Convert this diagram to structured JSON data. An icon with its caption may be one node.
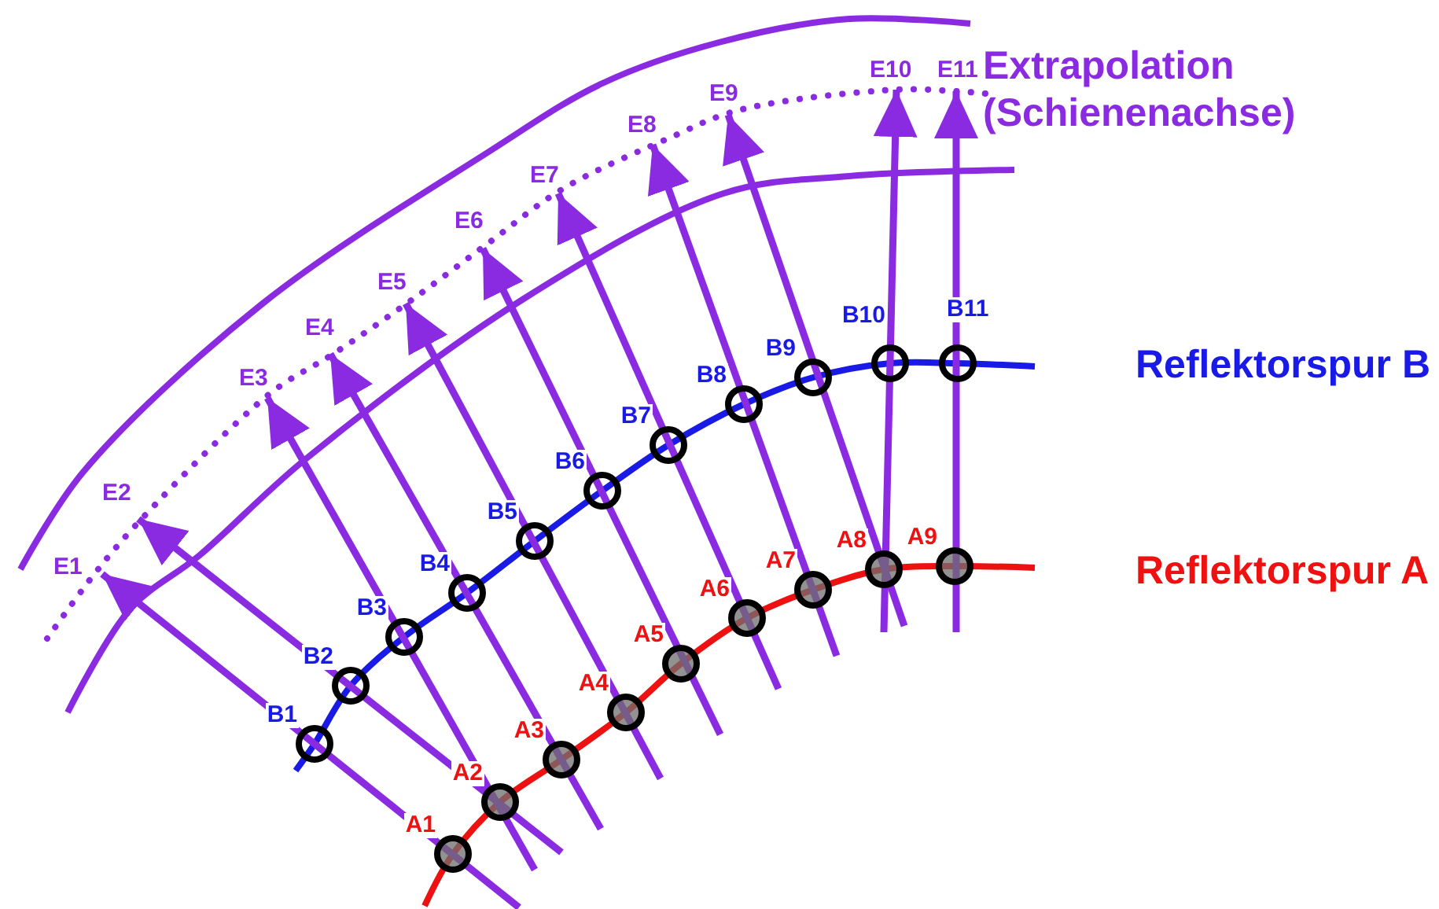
{
  "diagram": {
    "nodes": [
      {
        "text": [
          "A1"
        ]
      },
      {
        "text": [
          "A2"
        ]
      },
      {
        "text": [
          "A3"
        ]
      },
      {
        "text": [
          "A4"
        ]
      },
      {
        "text": [
          "A5"
        ]
      },
      {
        "text": [
          "A6"
        ]
      },
      {
        "text": [
          "A7"
        ]
      },
      {
        "text": [
          "A8"
        ]
      },
      {
        "text": [
          "A9"
        ]
      },
      {
        "text": [
          "B1"
        ]
      },
      {
        "text": [
          "B2"
        ]
      },
      {
        "text": [
          "B3"
        ]
      },
      {
        "text": [
          "B4"
        ]
      },
      {
        "text": [
          "B5"
        ]
      },
      {
        "text": [
          "B6"
        ]
      },
      {
        "text": [
          "B7"
        ]
      },
      {
        "text": [
          "B8"
        ]
      },
      {
        "text": [
          "B9"
        ]
      },
      {
        "text": [
          "B10"
        ]
      },
      {
        "text": [
          "B11"
        ]
      },
      {
        "text": [
          "E1"
        ]
      },
      {
        "text": [
          "E2"
        ]
      },
      {
        "text": [
          "E3"
        ]
      },
      {
        "text": [
          "E4"
        ]
      },
      {
        "text": [
          "E5"
        ]
      },
      {
        "text": [
          "E6"
        ]
      },
      {
        "text": [
          "E7"
        ]
      },
      {
        "text": [
          "E8"
        ]
      },
      {
        "text": [
          "E9"
        ]
      },
      {
        "text": [
          "E10"
        ]
      },
      {
        "text": [
          "E11"
        ]
      }
    ],
    "edges": [
      {
        "from": null,
        "to": 20,
        "arrow": "to"
      },
      {
        "from": null,
        "to": 21,
        "arrow": "to"
      },
      {
        "from": null,
        "to": 22,
        "arrow": "to"
      },
      {
        "from": null,
        "to": 23,
        "arrow": "to"
      },
      {
        "from": null,
        "to": 24,
        "arrow": "to"
      },
      {
        "from": null,
        "to": 25,
        "arrow": "to"
      },
      {
        "from": null,
        "to": 26,
        "arrow": "to"
      },
      {
        "from": null,
        "to": 27,
        "arrow": "to"
      },
      {
        "from": null,
        "to": 28,
        "arrow": "to"
      },
      {
        "from": null,
        "to": 29,
        "arrow": "to"
      },
      {
        "from": null,
        "to": 30,
        "arrow": "to"
      }
    ],
    "labels": [
      "Extrapolation (Schienenachse)",
      "Reflektorspur B",
      "Reflektorspur A"
    ]
  }
}
